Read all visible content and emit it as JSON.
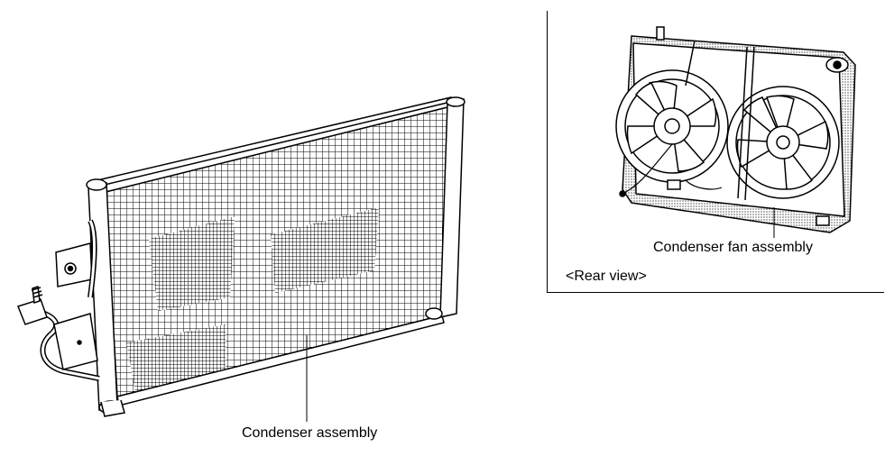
{
  "labels": {
    "condenser": "Condenser assembly",
    "fan": "Condenser fan assembly",
    "rear_view": "<Rear view>"
  },
  "colors": {
    "ink": "#000000",
    "background": "#ffffff"
  }
}
